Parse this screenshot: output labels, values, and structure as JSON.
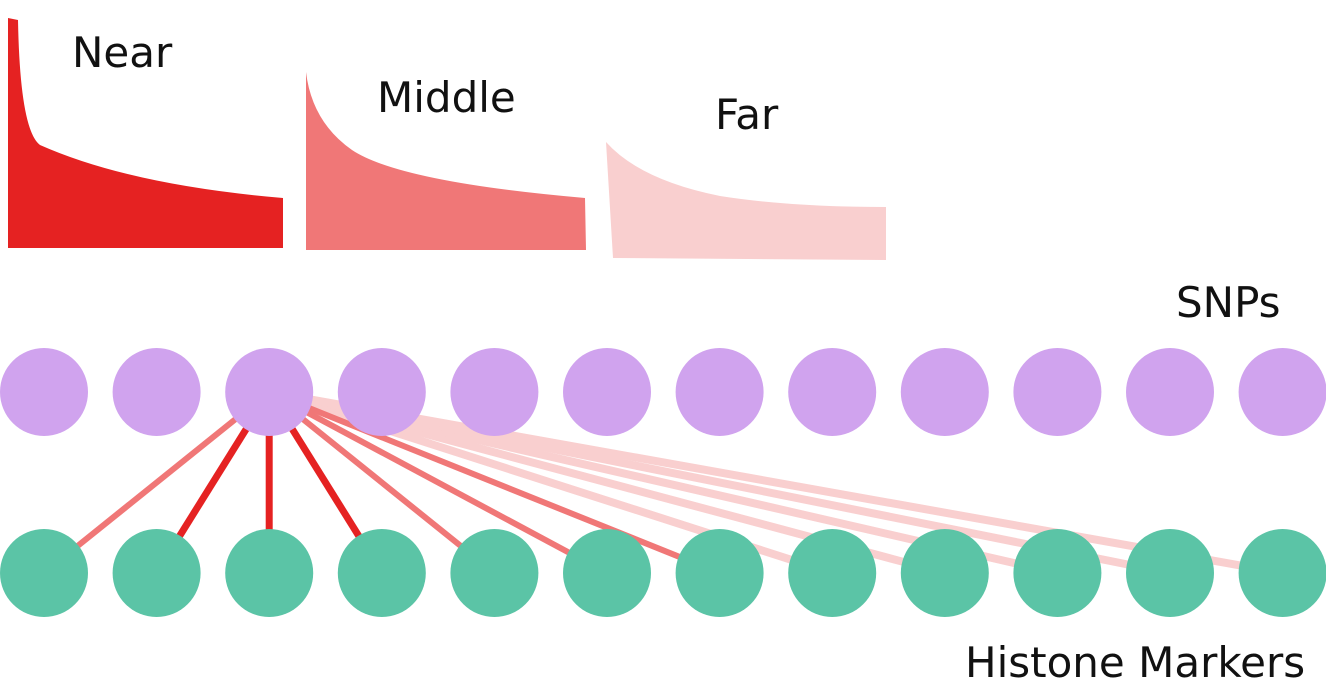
{
  "legend": {
    "near": {
      "label": "Near",
      "color": "#e52222"
    },
    "middle": {
      "label": "Middle",
      "color": "#f07777"
    },
    "far": {
      "label": "Far",
      "color": "#f9cfcf"
    }
  },
  "rows": {
    "snps": {
      "label": "SNPs",
      "color": "#d0a3ee",
      "count": 12
    },
    "histone": {
      "label": "Histone Markers",
      "color": "#5bc4a6",
      "count": 12
    }
  },
  "connections": {
    "source_snp_index": 2,
    "edges": [
      {
        "target_histone_index": 0,
        "distance": "middle"
      },
      {
        "target_histone_index": 1,
        "distance": "near"
      },
      {
        "target_histone_index": 2,
        "distance": "near"
      },
      {
        "target_histone_index": 3,
        "distance": "near"
      },
      {
        "target_histone_index": 4,
        "distance": "middle"
      },
      {
        "target_histone_index": 5,
        "distance": "middle"
      },
      {
        "target_histone_index": 6,
        "distance": "middle"
      },
      {
        "target_histone_index": 7,
        "distance": "far"
      },
      {
        "target_histone_index": 8,
        "distance": "far"
      },
      {
        "target_histone_index": 9,
        "distance": "far"
      },
      {
        "target_histone_index": 10,
        "distance": "far"
      },
      {
        "target_histone_index": 11,
        "distance": "far"
      }
    ]
  }
}
